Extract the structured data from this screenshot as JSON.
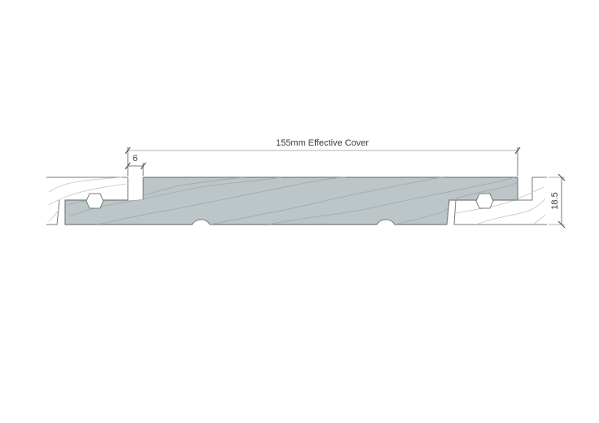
{
  "diagram": {
    "type": "cladding-board-profile-section",
    "colors": {
      "board_fill": "#BCC6C8",
      "board_outline": "#7A7A7A",
      "grain_main": "#A3ADB0",
      "grain_neighbor": "#C4C4C4",
      "dimension_line": "#555555",
      "text": "#3A3A3A",
      "background": "#FFFFFF"
    },
    "dimensions": {
      "effective_cover": {
        "label": "155mm Effective Cover"
      },
      "gap": {
        "label": "6"
      },
      "thickness": {
        "label": "18.5"
      }
    },
    "components": [
      {
        "name": "main-board",
        "label": ""
      },
      {
        "name": "left-neighbor-board",
        "label": ""
      },
      {
        "name": "right-neighbor-board",
        "label": ""
      },
      {
        "name": "left-fixing-clip",
        "shape": "hexagon"
      },
      {
        "name": "right-fixing-clip",
        "shape": "hexagon"
      },
      {
        "name": "relief-groove-left",
        "shape": "semicircle"
      },
      {
        "name": "relief-groove-right",
        "shape": "semicircle"
      }
    ]
  }
}
